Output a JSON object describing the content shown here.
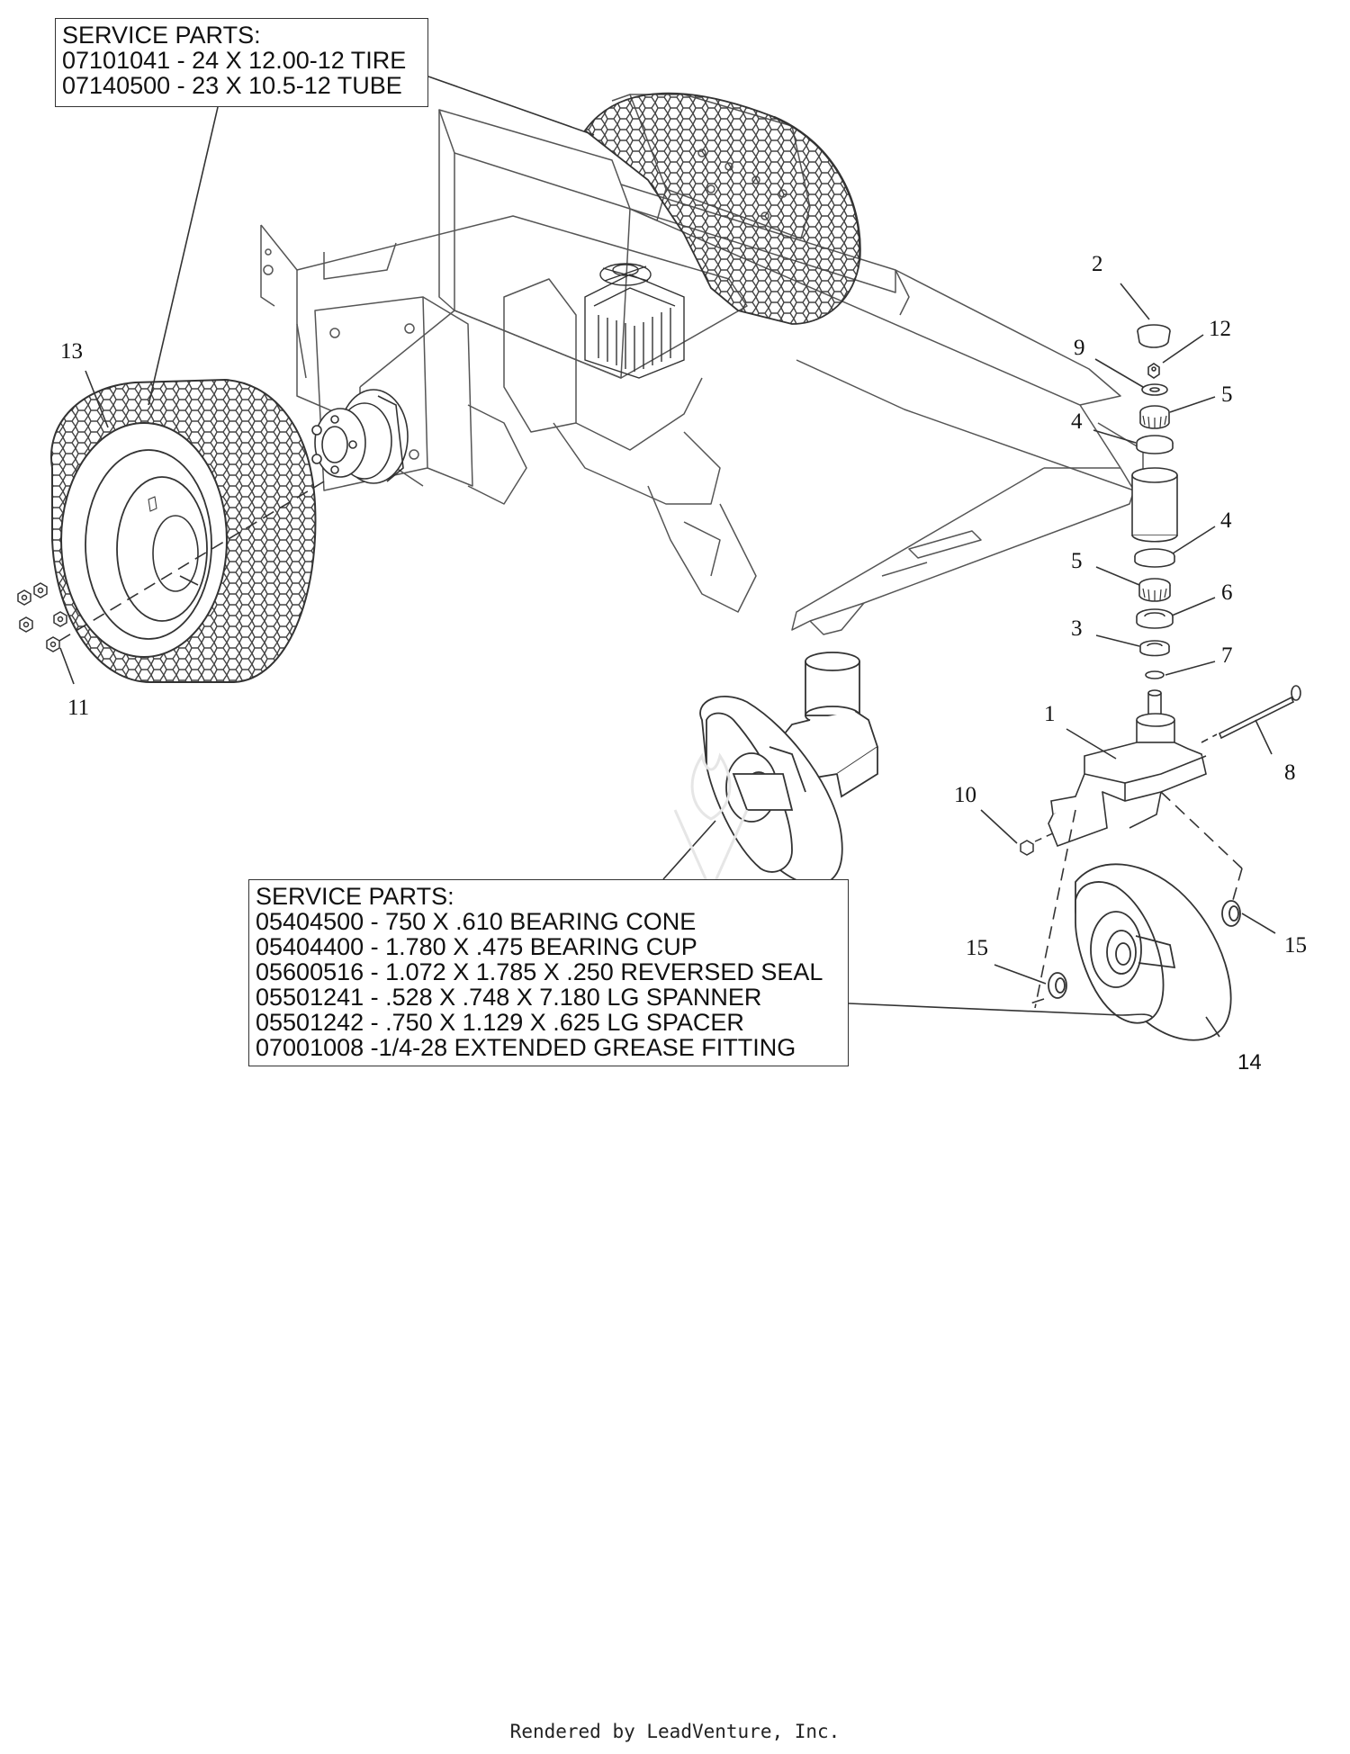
{
  "service_top": {
    "title": "SERVICE PARTS:",
    "items": [
      "07101041 - 24 X 12.00-12 TIRE",
      "07140500 - 23 X 10.5-12 TUBE"
    ]
  },
  "service_bottom": {
    "title": "SERVICE PARTS:",
    "items": [
      "05404500 - 750 X .610 BEARING CONE",
      "05404400 - 1.780 X .475 BEARING CUP",
      "05600516 - 1.072 X 1.785 X .250 REVERSED SEAL",
      "05501241 - .528 X .748 X 7.180 LG SPANNER",
      "05501242 - .750 X 1.129 X .625 LG SPACER",
      "07001008 -1/4-28 EXTENDED GREASE FITTING"
    ]
  },
  "callouts": {
    "c1": "1",
    "c2": "2",
    "c3": "3",
    "c4a": "4",
    "c4b": "4",
    "c5a": "5",
    "c5b": "5",
    "c6": "6",
    "c7": "7",
    "c8": "8",
    "c9": "9",
    "c10": "10",
    "c11": "11",
    "c12": "12",
    "c13": "13",
    "c14": "14",
    "c15a": "15",
    "c15b": "15"
  },
  "footer": "Rendered by LeadVenture, Inc.",
  "colors": {
    "line": "#333333",
    "hatch": "#555555"
  }
}
